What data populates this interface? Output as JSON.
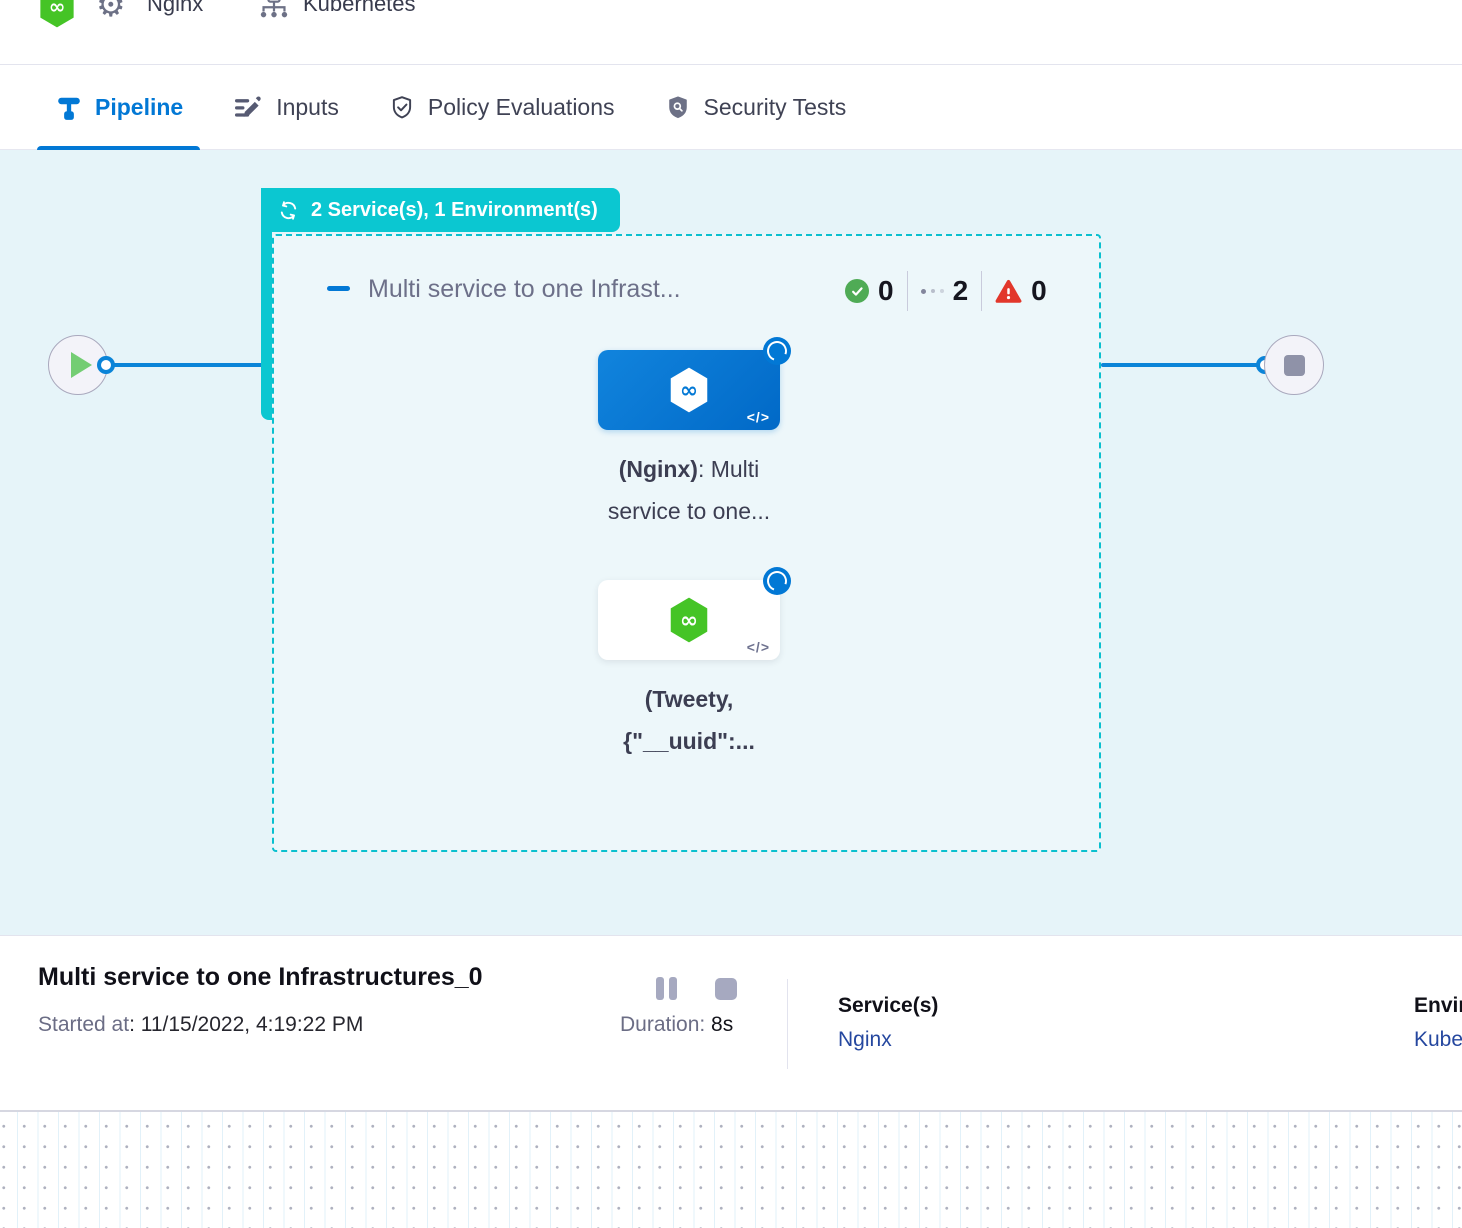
{
  "header": {
    "service_label": "Nginx",
    "environment_label": "Kubernetes"
  },
  "tabs": [
    {
      "label": "Pipeline",
      "active": true
    },
    {
      "label": "Inputs",
      "active": false
    },
    {
      "label": "Policy Evaluations",
      "active": false
    },
    {
      "label": "Security Tests",
      "active": false
    }
  ],
  "canvas": {
    "stage_badge": "2 Service(s), 1 Environment(s)",
    "stage_title": "Multi service to one Infrast...",
    "status": {
      "success_count": "0",
      "running_count": "2",
      "failed_count": "0"
    },
    "nodes": [
      {
        "name_bold": "(Nginx)",
        "name_rest": ": Multi",
        "line2": "service to one...",
        "code_icon": "</>"
      },
      {
        "name_bold": "(Tweety,",
        "name_rest": "",
        "line2": "{\"__uuid\":...",
        "code_icon": "</>"
      }
    ]
  },
  "panel": {
    "title": "Multi service to one Infrastructures_0",
    "started_label": "Started at",
    "started_value": ": 11/15/2022, 4:19:22 PM",
    "duration_label": "Duration: ",
    "duration_value": "8s",
    "services_label": "Service(s)",
    "services_value": "Nginx",
    "environments_label": "Environment(s)",
    "environments_value": "Kubernetes"
  },
  "colors": {
    "accent_blue": "#0278d5",
    "stage_teal": "#0bc7d1",
    "success_green": "#4fab55",
    "failed_red": "#e2372b",
    "brand_green": "#45c426",
    "canvas_bg": "#e6f4f9",
    "link_navy": "#25479f"
  }
}
